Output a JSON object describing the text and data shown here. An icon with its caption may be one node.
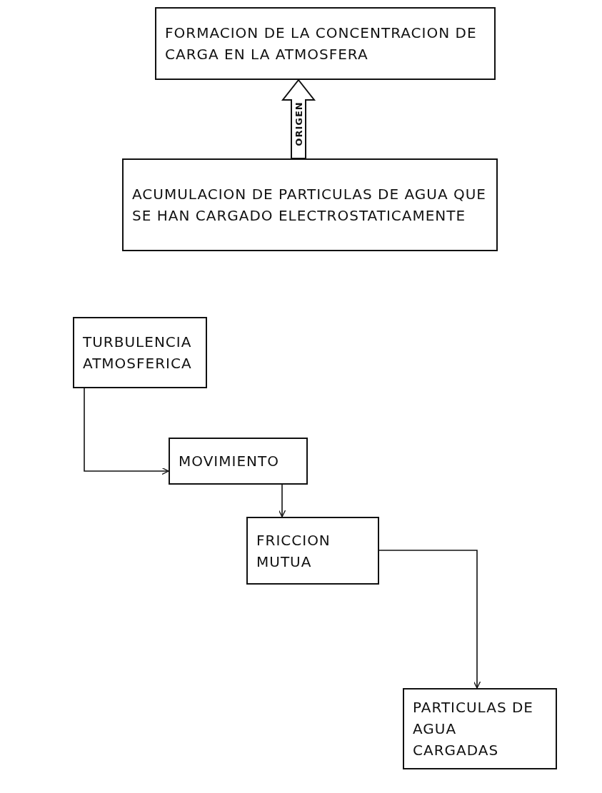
{
  "diagram": {
    "nodes": [
      {
        "text": [
          "FORMACION DE LA CONCENTRACION DE CARGA EN LA ATMOSFERA"
        ]
      },
      {
        "text": [
          "ACUMULACION DE PARTICULAS DE AGUA QUE SE HAN CARGADO ELECTROSTATICAMENTE"
        ]
      },
      {
        "text": [
          "TURBULENCIA ATMOSFERICA"
        ]
      },
      {
        "text": [
          "MOVIMIENTO"
        ]
      },
      {
        "text": [
          "FRICCION MUTUA"
        ]
      },
      {
        "text": [
          "PARTICULAS DE AGUA CARGADAS"
        ]
      }
    ],
    "edges": [
      {
        "from": 1,
        "to": 0,
        "arrow": "to",
        "label": "ORIGEN",
        "style": "thick"
      },
      {
        "from": 2,
        "to": 3,
        "arrow": "to"
      },
      {
        "from": 3,
        "to": 4,
        "arrow": "to"
      },
      {
        "from": 4,
        "to": 5,
        "arrow": "to"
      }
    ]
  }
}
